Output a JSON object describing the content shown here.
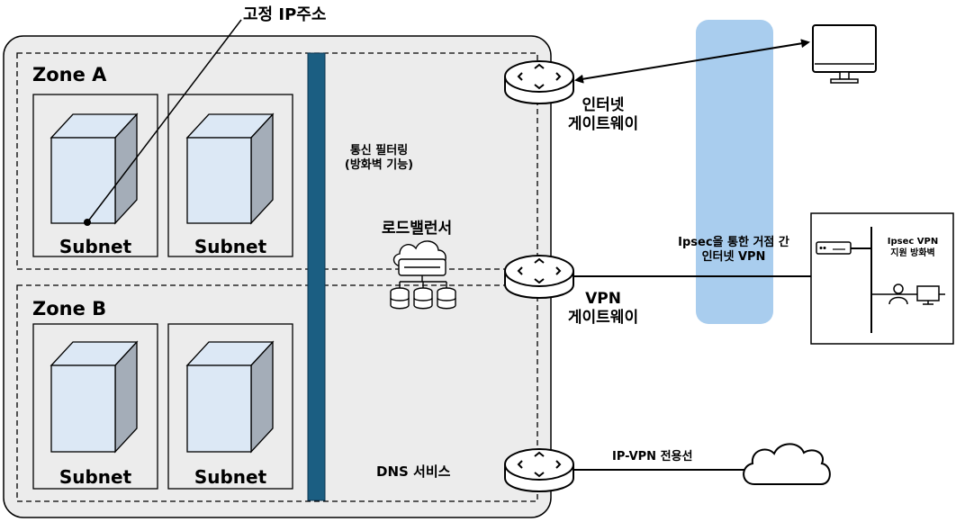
{
  "callout": {
    "fixed_ip": "고정 IP주소"
  },
  "zones": [
    {
      "title": "Zone A",
      "subnets": [
        "Subnet",
        "Subnet"
      ]
    },
    {
      "title": "Zone B",
      "subnets": [
        "Subnet",
        "Subnet"
      ]
    }
  ],
  "services": {
    "filtering_line1": "통신 필터링",
    "filtering_line2": "(방화벽 기능)",
    "load_balancer": "로드밸런서",
    "dns": "DNS 서비스"
  },
  "gateways": {
    "internet_line1": "인터넷",
    "internet_line2": "게이트웨이",
    "vpn_line1": "VPN",
    "vpn_line2": "게이트웨이"
  },
  "connections": {
    "ipsec_line1": "Ipsec을 통한 거점 간",
    "ipsec_line2": "인터넷 VPN",
    "ip_vpn": "IP-VPN 전용선"
  },
  "site": {
    "firewall_line1": "Ipsec VPN",
    "firewall_line2": "지원 방화벽"
  },
  "colors": {
    "region_fill": "#ececec",
    "filter_bar": "#1b5e82",
    "internet_band": "#a9cdee",
    "server_front": "#dce8f5",
    "server_side": "#a4adb8"
  },
  "icons": [
    "router-icon",
    "monitor-icon",
    "cloud-icon",
    "load-balancer-icon",
    "server-icon",
    "user-icon",
    "firewall-device-icon"
  ]
}
